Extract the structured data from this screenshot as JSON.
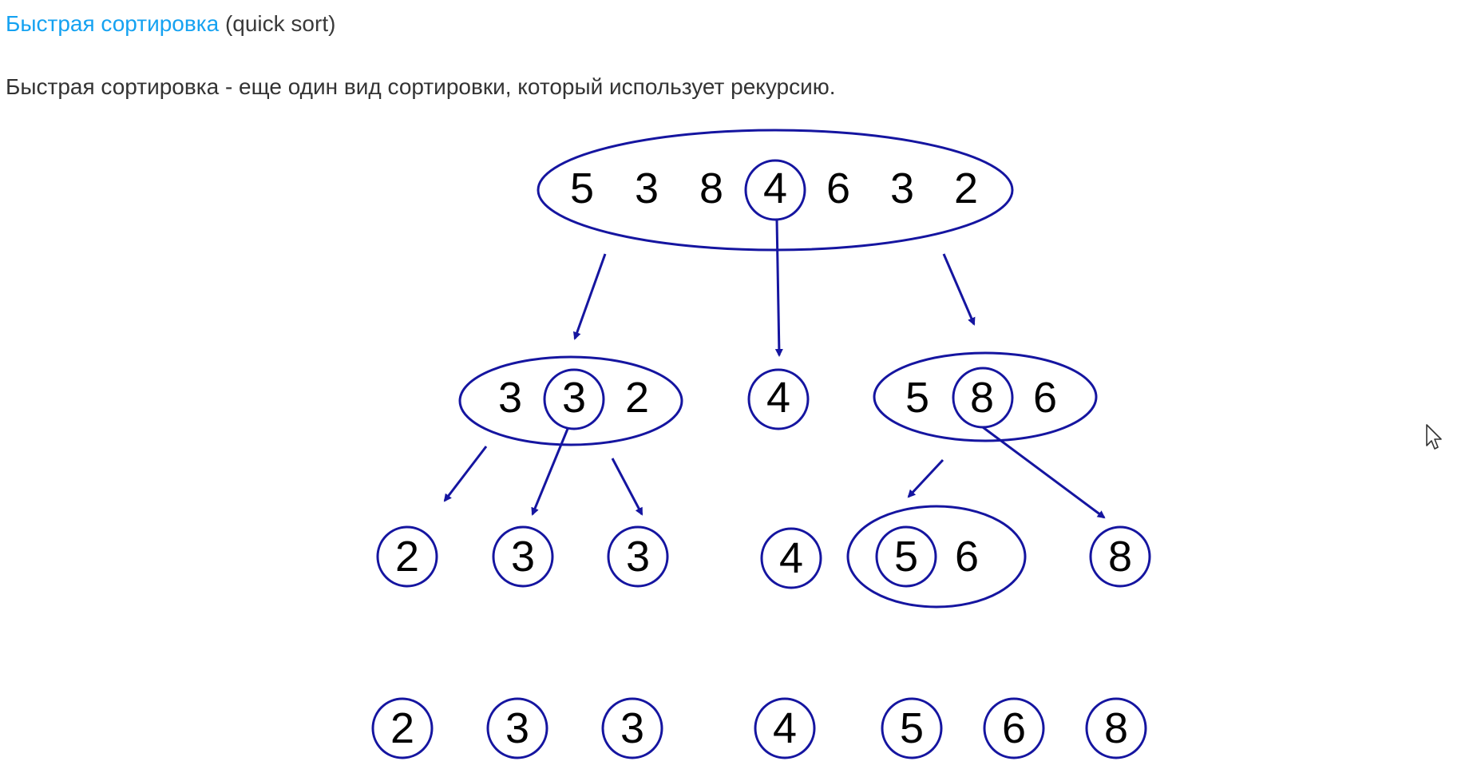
{
  "heading": {
    "link_text": "Быстрая сортировка",
    "suffix": " (quick sort)"
  },
  "intro": "Быстрая сортировка - еще один вид сортировки, который использует рекурсию.",
  "diagram": {
    "colors": {
      "outline": "#1515a0",
      "digits": "#000000"
    },
    "level0": {
      "values": [
        "5",
        "3",
        "8",
        "4",
        "6",
        "3",
        "2"
      ],
      "pivot": "4"
    },
    "level1": {
      "left": {
        "values": [
          "3",
          "3",
          "2"
        ],
        "pivot": "3"
      },
      "middle": {
        "values": [
          "4"
        ]
      },
      "right": {
        "values": [
          "5",
          "8",
          "6"
        ],
        "pivot": "8"
      }
    },
    "level2": {
      "a": "2",
      "b": "3",
      "c": "3",
      "d": "4",
      "group": {
        "values": [
          "5",
          "6"
        ],
        "pivot": "5"
      },
      "f": "8"
    },
    "result": [
      "2",
      "3",
      "3",
      "4",
      "5",
      "6",
      "8"
    ]
  }
}
